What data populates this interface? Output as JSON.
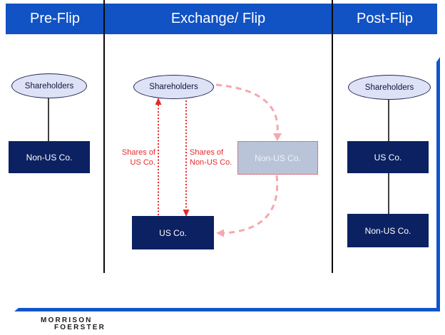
{
  "header": {
    "columns": [
      {
        "label": "Pre-Flip"
      },
      {
        "label": "Exchange/ Flip"
      },
      {
        "label": "Post-Flip"
      }
    ]
  },
  "pre_flip": {
    "shareholders": "Shareholders",
    "non_us_co": "Non-US Co."
  },
  "exchange": {
    "shareholders": "Shareholders",
    "us_co": "US Co.",
    "non_us_co": "Non-US Co.",
    "label_shares_us": [
      "Shares of",
      "US Co."
    ],
    "label_shares_non_us": [
      "Shares of",
      "Non-US Co."
    ]
  },
  "post_flip": {
    "shareholders": "Shareholders",
    "us_co": "US Co.",
    "non_us_co": "Non-US Co."
  },
  "footer": {
    "logo_line1": "MORRISON",
    "logo_line2": "FOERSTER"
  },
  "colors": {
    "header_blue": "#1152C5",
    "navy": "#0B2161",
    "ellipse_fill": "#DDE2F7",
    "gray_box_fill": "#BAC4D8",
    "red": "#E8282B",
    "pink": "#F5A8AE",
    "frame_blue": "#1155CB",
    "logo_text": "#1D1D1B"
  }
}
